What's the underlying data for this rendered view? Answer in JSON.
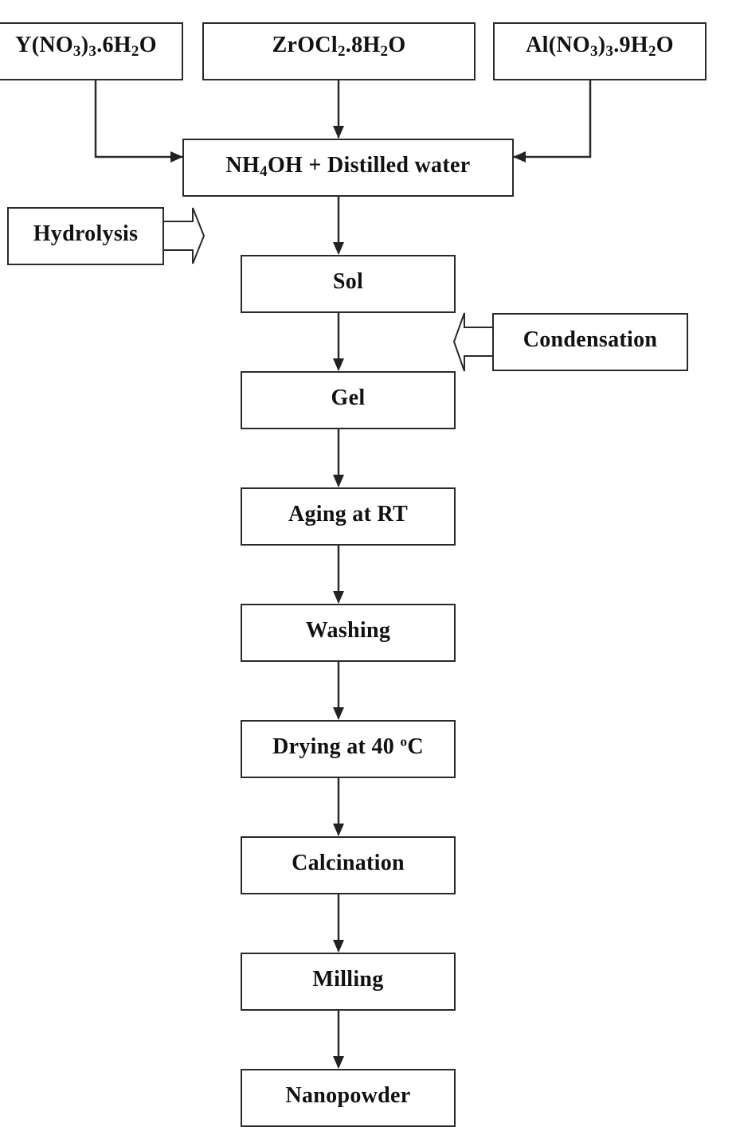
{
  "diagram": {
    "type": "flowchart",
    "title": "",
    "precursors": [
      {
        "id": "yttrium-nitrate",
        "parts": [
          [
            "Y(NO",
            ""
          ],
          [
            "3",
            "sub"
          ],
          [
            ")",
            ""
          ],
          [
            "3",
            "sub"
          ],
          [
            ".6H",
            ""
          ],
          [
            "2",
            "sub"
          ],
          [
            "O",
            ""
          ]
        ],
        "plain": "Y(NO3)3.6H2O"
      },
      {
        "id": "zirconium-oxychloride",
        "parts": [
          [
            "ZrOCl",
            ""
          ],
          [
            "2",
            "sub"
          ],
          [
            ".8H",
            ""
          ],
          [
            "2",
            "sub"
          ],
          [
            "O",
            ""
          ]
        ],
        "plain": "ZrOCl2.8H2O"
      },
      {
        "id": "aluminium-nitrate",
        "parts": [
          [
            "Al(NO",
            ""
          ],
          [
            "3",
            "sub"
          ],
          [
            ")",
            ""
          ],
          [
            "3",
            "sub"
          ],
          [
            ".9H",
            ""
          ],
          [
            "2",
            "sub"
          ],
          [
            "O",
            ""
          ]
        ],
        "plain": "Al(NO3)3.9H2O"
      }
    ],
    "mixing": {
      "parts": [
        [
          "NH",
          ""
        ],
        [
          "4",
          "sub"
        ],
        [
          "OH + Distilled water",
          ""
        ]
      ],
      "plain": "NH4OH + Distilled water"
    },
    "steps": [
      {
        "id": "sol",
        "parts": [
          [
            "Sol",
            ""
          ]
        ],
        "plain": "Sol"
      },
      {
        "id": "gel",
        "parts": [
          [
            "Gel",
            ""
          ]
        ],
        "plain": "Gel"
      },
      {
        "id": "aging",
        "parts": [
          [
            "Aging at RT",
            ""
          ]
        ],
        "plain": "Aging at RT"
      },
      {
        "id": "washing",
        "parts": [
          [
            "Washing",
            ""
          ]
        ],
        "plain": "Washing"
      },
      {
        "id": "drying",
        "parts": [
          [
            "Drying at 40 ",
            ""
          ],
          [
            "o",
            "sup"
          ],
          [
            "C",
            ""
          ]
        ],
        "plain": "Drying at 40 °C"
      },
      {
        "id": "calcination",
        "parts": [
          [
            "Calcination",
            ""
          ]
        ],
        "plain": "Calcination"
      },
      {
        "id": "milling",
        "parts": [
          [
            "Milling",
            ""
          ]
        ],
        "plain": "Milling"
      },
      {
        "id": "nanopowder",
        "parts": [
          [
            "Nanopowder",
            ""
          ]
        ],
        "plain": "Nanopowder"
      }
    ],
    "side_processes": [
      {
        "id": "hydrolysis",
        "label": "Hydrolysis",
        "arrow_direction": "right",
        "points_to": "sol"
      },
      {
        "id": "condensation",
        "label": "Condensation",
        "arrow_direction": "left",
        "points_to": "gel"
      }
    ],
    "colors": {
      "stroke": "#2a2a2a",
      "text": "#111111",
      "background": "#ffffff"
    }
  }
}
